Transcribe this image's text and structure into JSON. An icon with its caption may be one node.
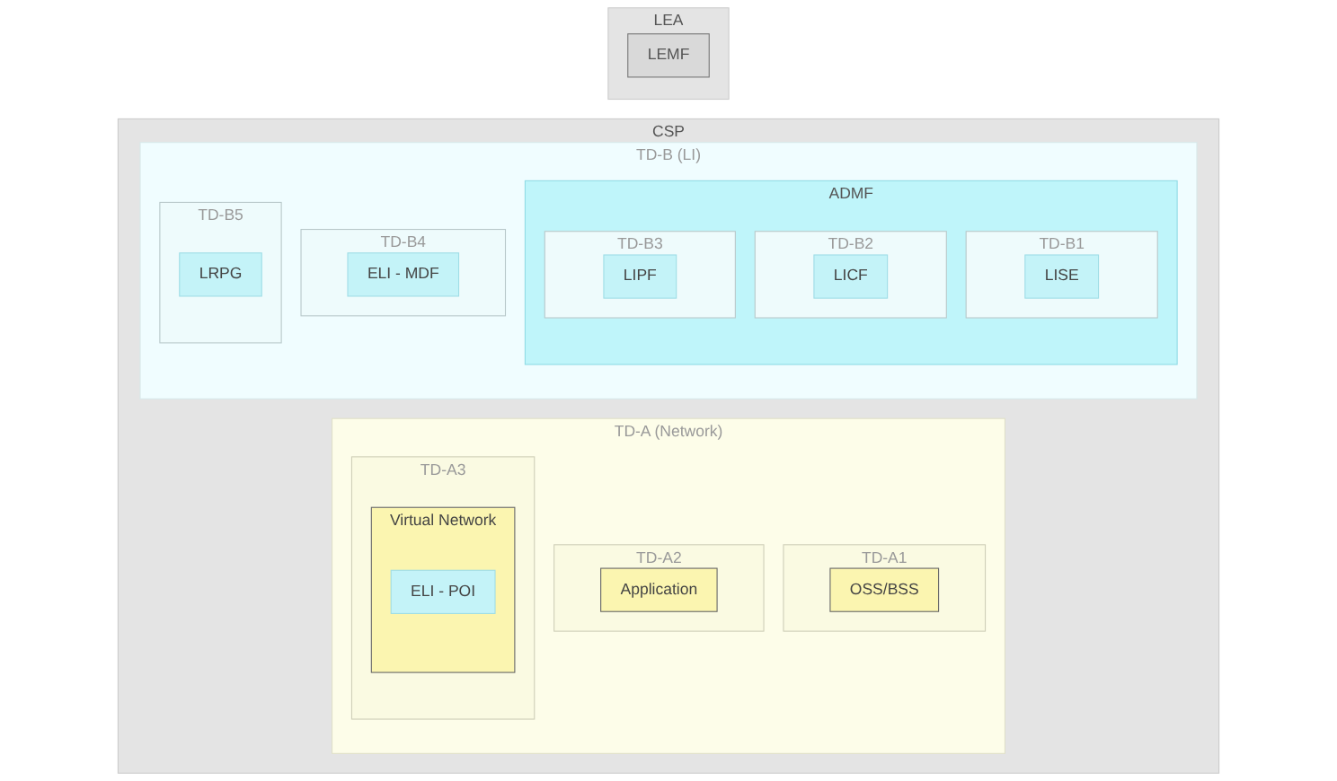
{
  "diagram": {
    "nodes": [
      {
        "text": [
          "CSP"
        ]
      },
      {
        "text": [
          "TD-A (Network)"
        ],
        "in": 0
      },
      {
        "text": [
          "TD-A1"
        ],
        "in": 1
      },
      {
        "text": [
          "OSS/BSS"
        ],
        "in": 2
      },
      {
        "text": [
          "TD-A2"
        ],
        "in": 1
      },
      {
        "text": [
          "Application"
        ],
        "in": 4
      },
      {
        "text": [
          "TD-A3"
        ],
        "in": 1
      },
      {
        "text": [
          "Virtual Network"
        ],
        "in": 6
      },
      {
        "text": [
          "ELI - POI"
        ],
        "in": 7
      },
      {
        "text": [
          "TD-B (LI)"
        ],
        "in": 0
      },
      {
        "text": [
          "ADMF"
        ],
        "in": 9
      },
      {
        "text": [
          "TD-B1"
        ],
        "in": 10
      },
      {
        "text": [
          "LISE"
        ],
        "in": 11
      },
      {
        "text": [
          "TD-B2"
        ],
        "in": 10
      },
      {
        "text": [
          "LICF"
        ],
        "in": 13
      },
      {
        "text": [
          "TD-B3"
        ],
        "in": 10
      },
      {
        "text": [
          "LIPF"
        ],
        "in": 15
      },
      {
        "text": [
          "TD-B4"
        ],
        "in": 9
      },
      {
        "text": [
          "ELI - MDF"
        ],
        "in": 17
      },
      {
        "text": [
          "TD-B5"
        ],
        "in": 9
      },
      {
        "text": [
          "LRPG"
        ],
        "in": 19
      },
      {
        "text": [
          "LEA"
        ]
      },
      {
        "text": [
          "LEMF"
        ],
        "in": 21
      }
    ]
  }
}
